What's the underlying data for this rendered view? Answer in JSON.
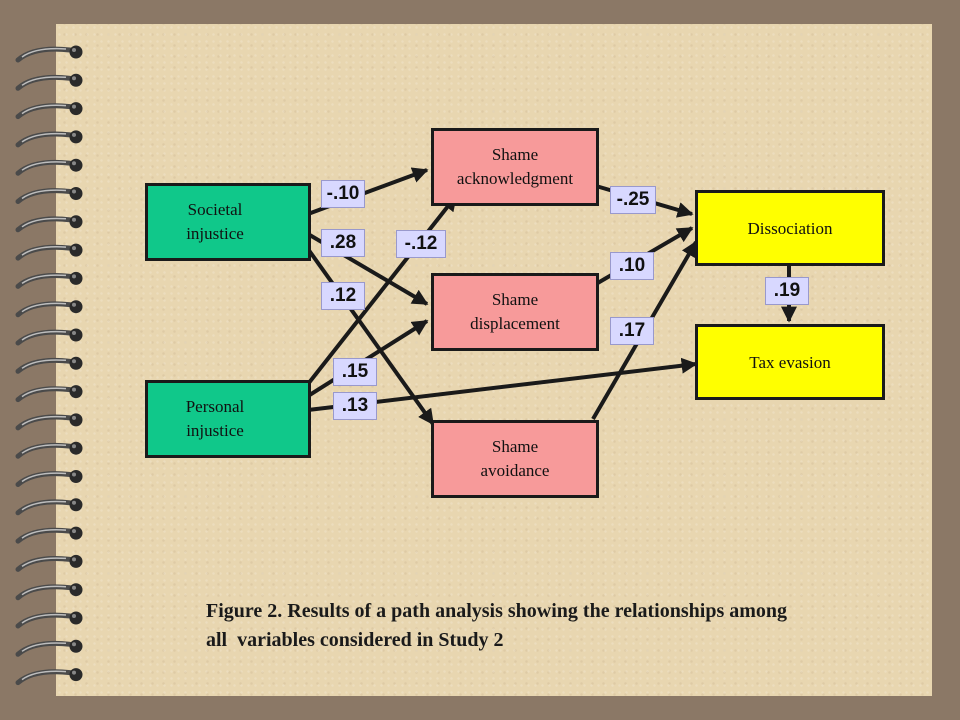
{
  "nodes": {
    "societal_injustice": "Societal\ninjustice",
    "personal_injustice": "Personal\ninjustice",
    "shame_acknowledgment": "Shame\nacknowledgment",
    "shame_displacement": "Shame\ndisplacement",
    "shame_avoidance": "Shame\navoidance",
    "dissociation": "Dissociation",
    "tax_evasion": "Tax evasion"
  },
  "coefficients": {
    "societal_to_acknowledgment": "-.10",
    "societal_to_displacement": ".28",
    "societal_to_avoidance": ".12",
    "personal_to_acknowledgment": "-.12",
    "personal_to_displacement": ".15",
    "personal_to_tax_evasion": ".13",
    "acknowledgment_to_dissociation": "-.25",
    "displacement_to_dissociation": ".10",
    "avoidance_to_dissociation": ".17",
    "dissociation_to_tax_evasion": ".19"
  },
  "caption": {
    "line1": "Figure 2. Results of a path analysis showing the relationships among",
    "line2": "all  variables considered in Study 2"
  },
  "colors": {
    "background": "#8b7866",
    "paper": "#e8d6b0",
    "predictor": "#10c88a",
    "mediator": "#f79a9a",
    "outcome": "#ffff00",
    "coefficient_box": "#d8d8ff"
  }
}
